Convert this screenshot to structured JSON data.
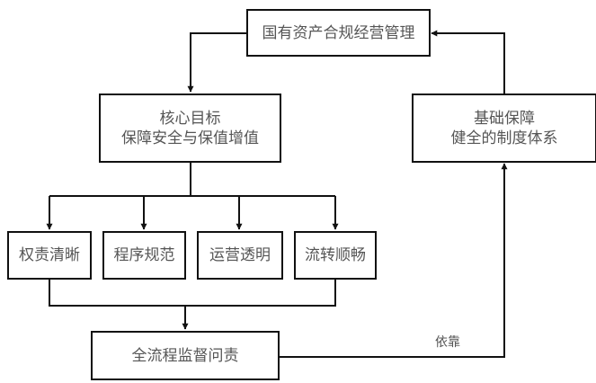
{
  "diagram": {
    "top": {
      "label": "国有资产合规经营管理"
    },
    "core_goal": {
      "line1": "核心目标",
      "line2": "保障安全与保值增值"
    },
    "foundation": {
      "line1": "基础保障",
      "line2": "健全的制度体系"
    },
    "principles": [
      {
        "label": "权责清晰"
      },
      {
        "label": "程序规范"
      },
      {
        "label": "运营透明"
      },
      {
        "label": "流转顺畅"
      }
    ],
    "supervision": {
      "label": "全流程监督问责"
    },
    "edge_label_rely": "依靠"
  }
}
